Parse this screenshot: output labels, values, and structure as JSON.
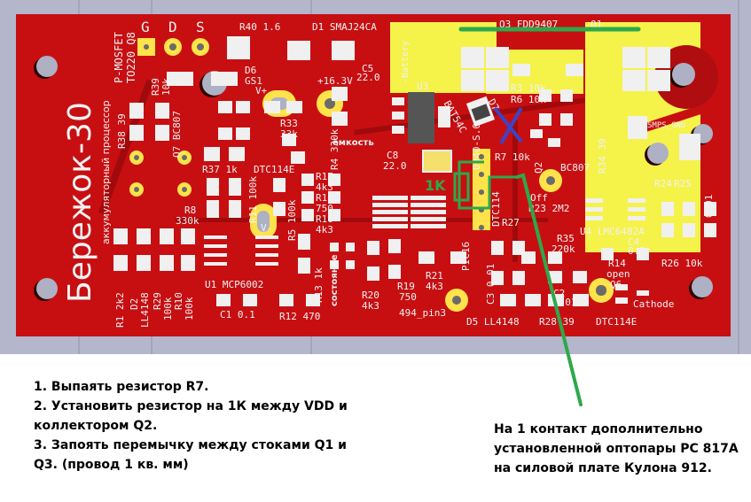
{
  "board": {
    "title": "Бережок-30",
    "subtitle": "аккумуляторный процессор",
    "mosfet_label": "P-MOSFET",
    "mosfet_pkg": "TO220 Q8",
    "gate_pins": [
      "G",
      "D",
      "S"
    ]
  },
  "labels": {
    "r40": "R40  1.6",
    "d1": "D1 SMAJ24CA",
    "q3": "Q3 FDD9407",
    "q1": "Q1",
    "battery": "-Battery",
    "c5": "C5",
    "c5v": "22.0",
    "u3": "U3",
    "d6": "D6",
    "gs1": "GS1",
    "vplus": "V+",
    "v163": "+16.3V",
    "r39": "R39",
    "r39v": "10k",
    "r38": "R38  39",
    "q7": "Q7 BC807",
    "r33": "R33",
    "r33v": "33k",
    "r4": "R4  330k",
    "emkost": "ёмкость",
    "c8": "C8",
    "c8v": "22.0",
    "bat54c": "BAT54C",
    "d7": "D7",
    "r3": "R3 10k",
    "r6": "R6 10k",
    "r7": "R7 10k",
    "r34": "R34 39",
    "smps": "SMPS_GND",
    "bc807": "BC807",
    "q2": "Q2",
    "r37": "R37  1k",
    "dtc114e_a": "DTC114E",
    "r11": "R11 100k",
    "r8": "R8",
    "r8v": "330k",
    "vminus": "V-",
    "r5": "R5 100k",
    "r17": "R17",
    "r17v": "4k3",
    "r18": "R18",
    "r18v": "750",
    "r16": "R16",
    "r16v": "4k3",
    "sostoyanie": "состояние",
    "r13": "R13  1k",
    "pic16": "PIC16",
    "pic_part": "0940-S.0",
    "dtc114e_b": "DTC114",
    "r27": "R27",
    "off": "Off",
    "r23": "R23 2M2",
    "u4": "U4 LMC6482A",
    "c4": "C4",
    "c4v": "0.1",
    "r24": "R24",
    "r25": "R25",
    "c6": "C6   0.01",
    "r35": "R35",
    "r35v": "220k",
    "r14": "R14",
    "r14v": "open",
    "q6": "Q6",
    "cathode": "Cathode",
    "dtc114e_c": "DTC114E",
    "r26": "R26  10k",
    "c2": "C2",
    "c2v": "0.01",
    "r1": "R1  2k2",
    "d2": "D2",
    "ll4148": "LL4148",
    "r29": "R29",
    "r29v": "100k",
    "r10": "R10",
    "r10v": "100k",
    "u1": "U1 MCP6002",
    "c1": "C1  0.1",
    "r12": "R12 470",
    "r20": "R20",
    "r20v": "4k3",
    "r19": "R19",
    "r19v": "750",
    "r21": "R21",
    "r21v": "4k3",
    "pin3": "494_pin3",
    "c3": "C3  0.01",
    "d5": "D5 LL4148",
    "r28": "R28   39"
  },
  "annotations": {
    "resistor_label": "1K",
    "accent_green": "#2ea84a",
    "cross_blue": "#3a45c8"
  },
  "notes": {
    "left": [
      "1. Выпаять резистор R7.",
      "2. Установить резистор на 1К между VDD и",
      "коллектором Q2.",
      "3. Запоять перемычку между стоками Q1 и",
      "Q3. (провод 1 кв. мм)"
    ],
    "right": [
      "На 1 контакт дополнительно",
      "установленной оптопары PC 817A",
      "на силовой плате Кулона 912."
    ]
  }
}
